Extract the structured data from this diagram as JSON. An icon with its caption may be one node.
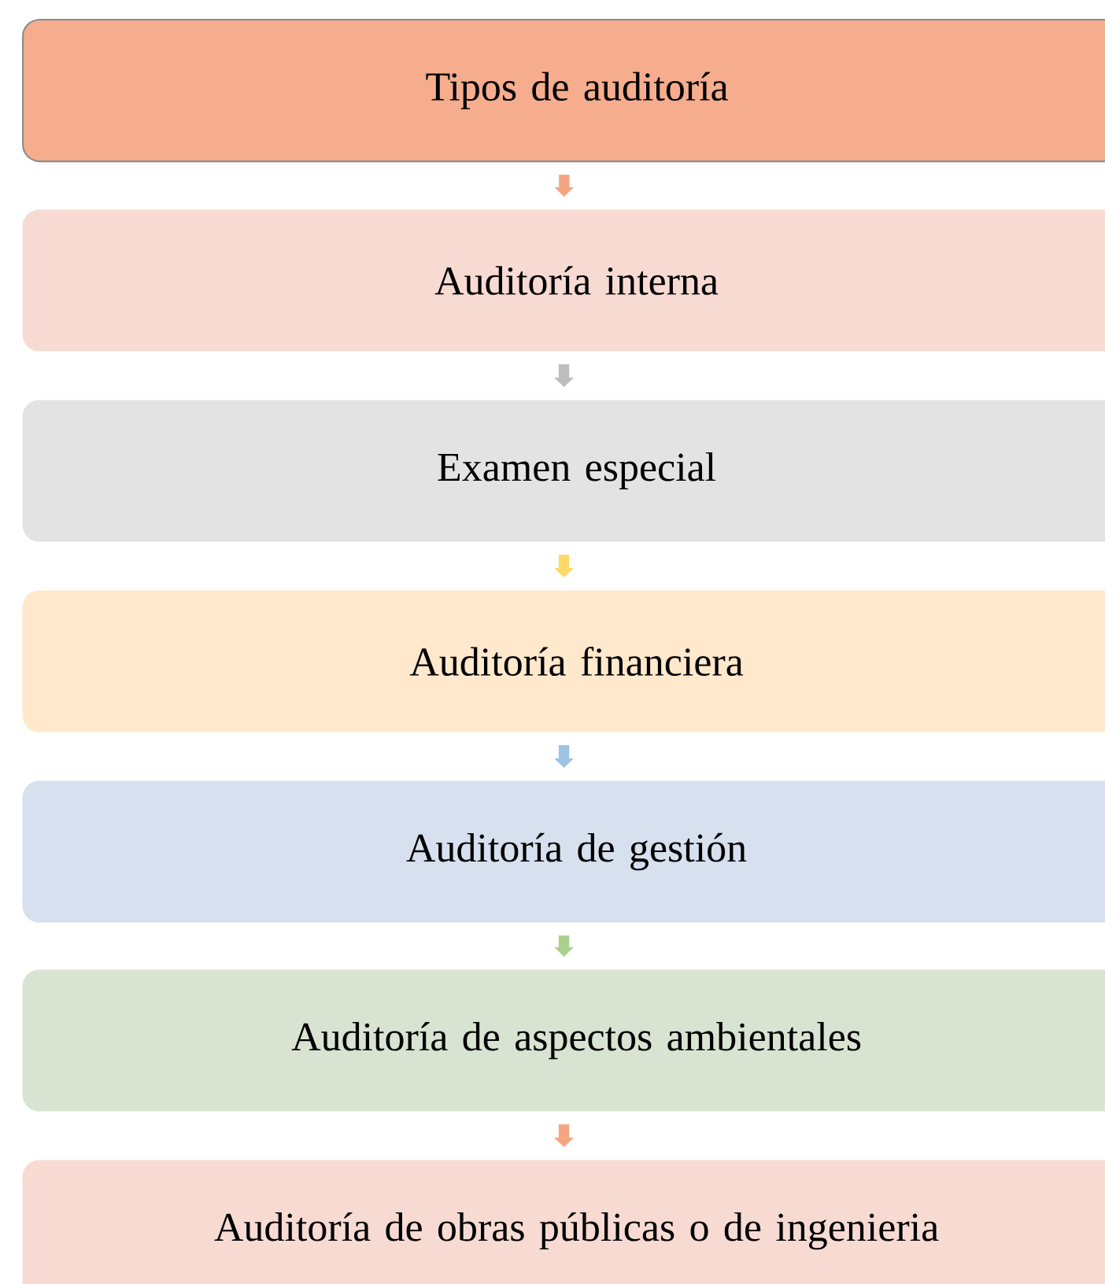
{
  "diagram": {
    "nodes": [
      {
        "text": [
          "Tipos de auditoría"
        ]
      },
      {
        "text": [
          "Auditoría interna"
        ]
      },
      {
        "text": [
          "Examen especial"
        ]
      },
      {
        "text": [
          "Auditoría financiera"
        ]
      },
      {
        "text": [
          "Auditoría de gestión"
        ]
      },
      {
        "text": [
          "Auditoría de aspectos ambientales"
        ]
      },
      {
        "text": [
          "Auditoría de obras públicas o de ingenieria"
        ]
      }
    ],
    "edges": [
      {
        "from": 0,
        "to": 1,
        "arrow": "to",
        "color": "#f4a582"
      },
      {
        "from": 1,
        "to": 2,
        "arrow": "to",
        "color": "#bdbdbd"
      },
      {
        "from": 2,
        "to": 3,
        "arrow": "to",
        "color": "#ffd966"
      },
      {
        "from": 3,
        "to": 4,
        "arrow": "to",
        "color": "#9dc3e6"
      },
      {
        "from": 4,
        "to": 5,
        "arrow": "to",
        "color": "#a9d18e"
      },
      {
        "from": 5,
        "to": 6,
        "arrow": "to",
        "color": "#f4a582"
      }
    ]
  }
}
